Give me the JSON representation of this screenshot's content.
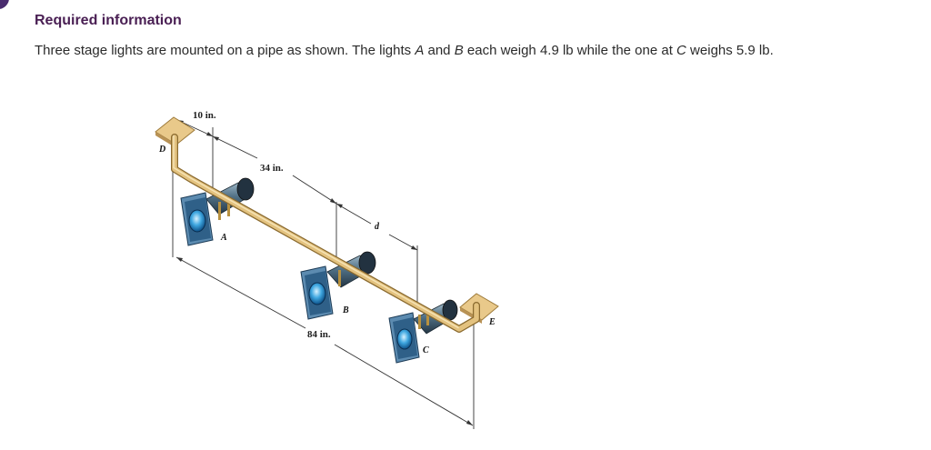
{
  "header": {
    "title": "Required information"
  },
  "problem": {
    "text_1": "Three stage lights are mounted on a pipe as shown. The lights ",
    "var_a": "A",
    "text_2": " and ",
    "var_b": "B",
    "text_3": " each weigh 4.9 lb while the one at ",
    "var_c": "C",
    "text_4": " weighs 5.9 lb."
  },
  "figure": {
    "dimensions": {
      "d1": "10 in.",
      "d2": "34 in.",
      "d3": "d",
      "d4": "84 in."
    },
    "points": {
      "D": "D",
      "A": "A",
      "B": "B",
      "C": "C",
      "E": "E"
    }
  }
}
